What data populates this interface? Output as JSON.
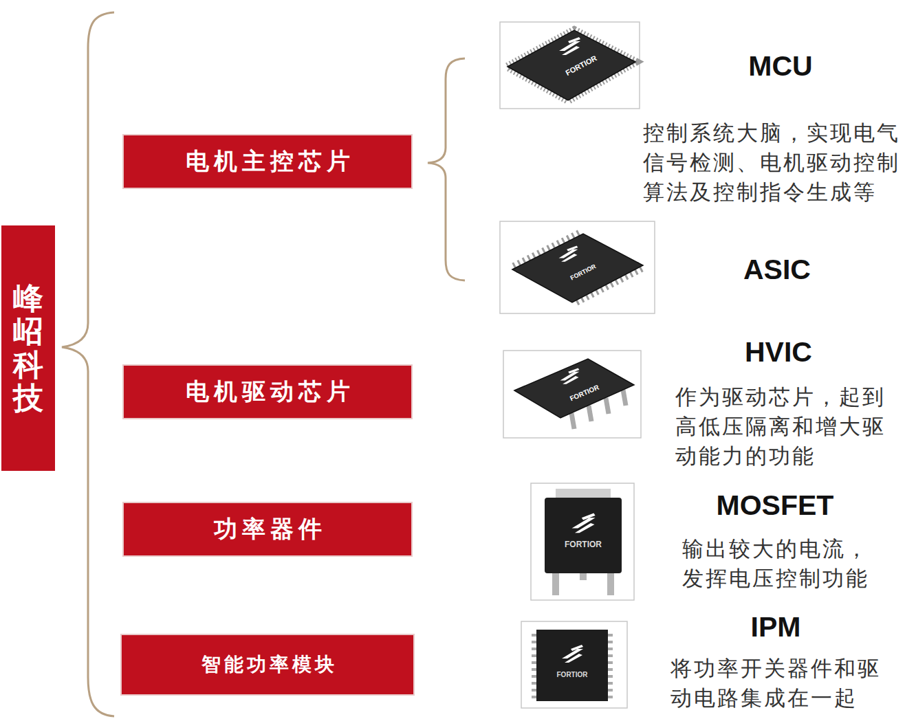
{
  "diagram": {
    "nodes": [
      {
        "text": [
          "峰岹科技"
        ]
      },
      {
        "text": [
          "电机主控芯片"
        ]
      },
      {
        "text": [
          "电机驱动芯片"
        ]
      },
      {
        "text": [
          "功率器件"
        ]
      },
      {
        "text": [
          "智能功率模块"
        ]
      }
    ],
    "labels": [
      "FORTIOR",
      "MCU",
      "控制系统大脑，实现电气 信号检测、电机驱动控制 算法及控制指令生成等",
      "FORTIOR",
      "ASIC",
      "FORTIOR",
      "HVIC",
      "作为驱动芯片，起到 高低压隔离和增大驱 动能力的功能",
      "FORTIOR",
      "MOSFET",
      "输出较大的电流， 发挥电压控制功能",
      "FORTIOR",
      "IPM",
      "将功率开关器件和驱 动电路集成在一起"
    ]
  }
}
